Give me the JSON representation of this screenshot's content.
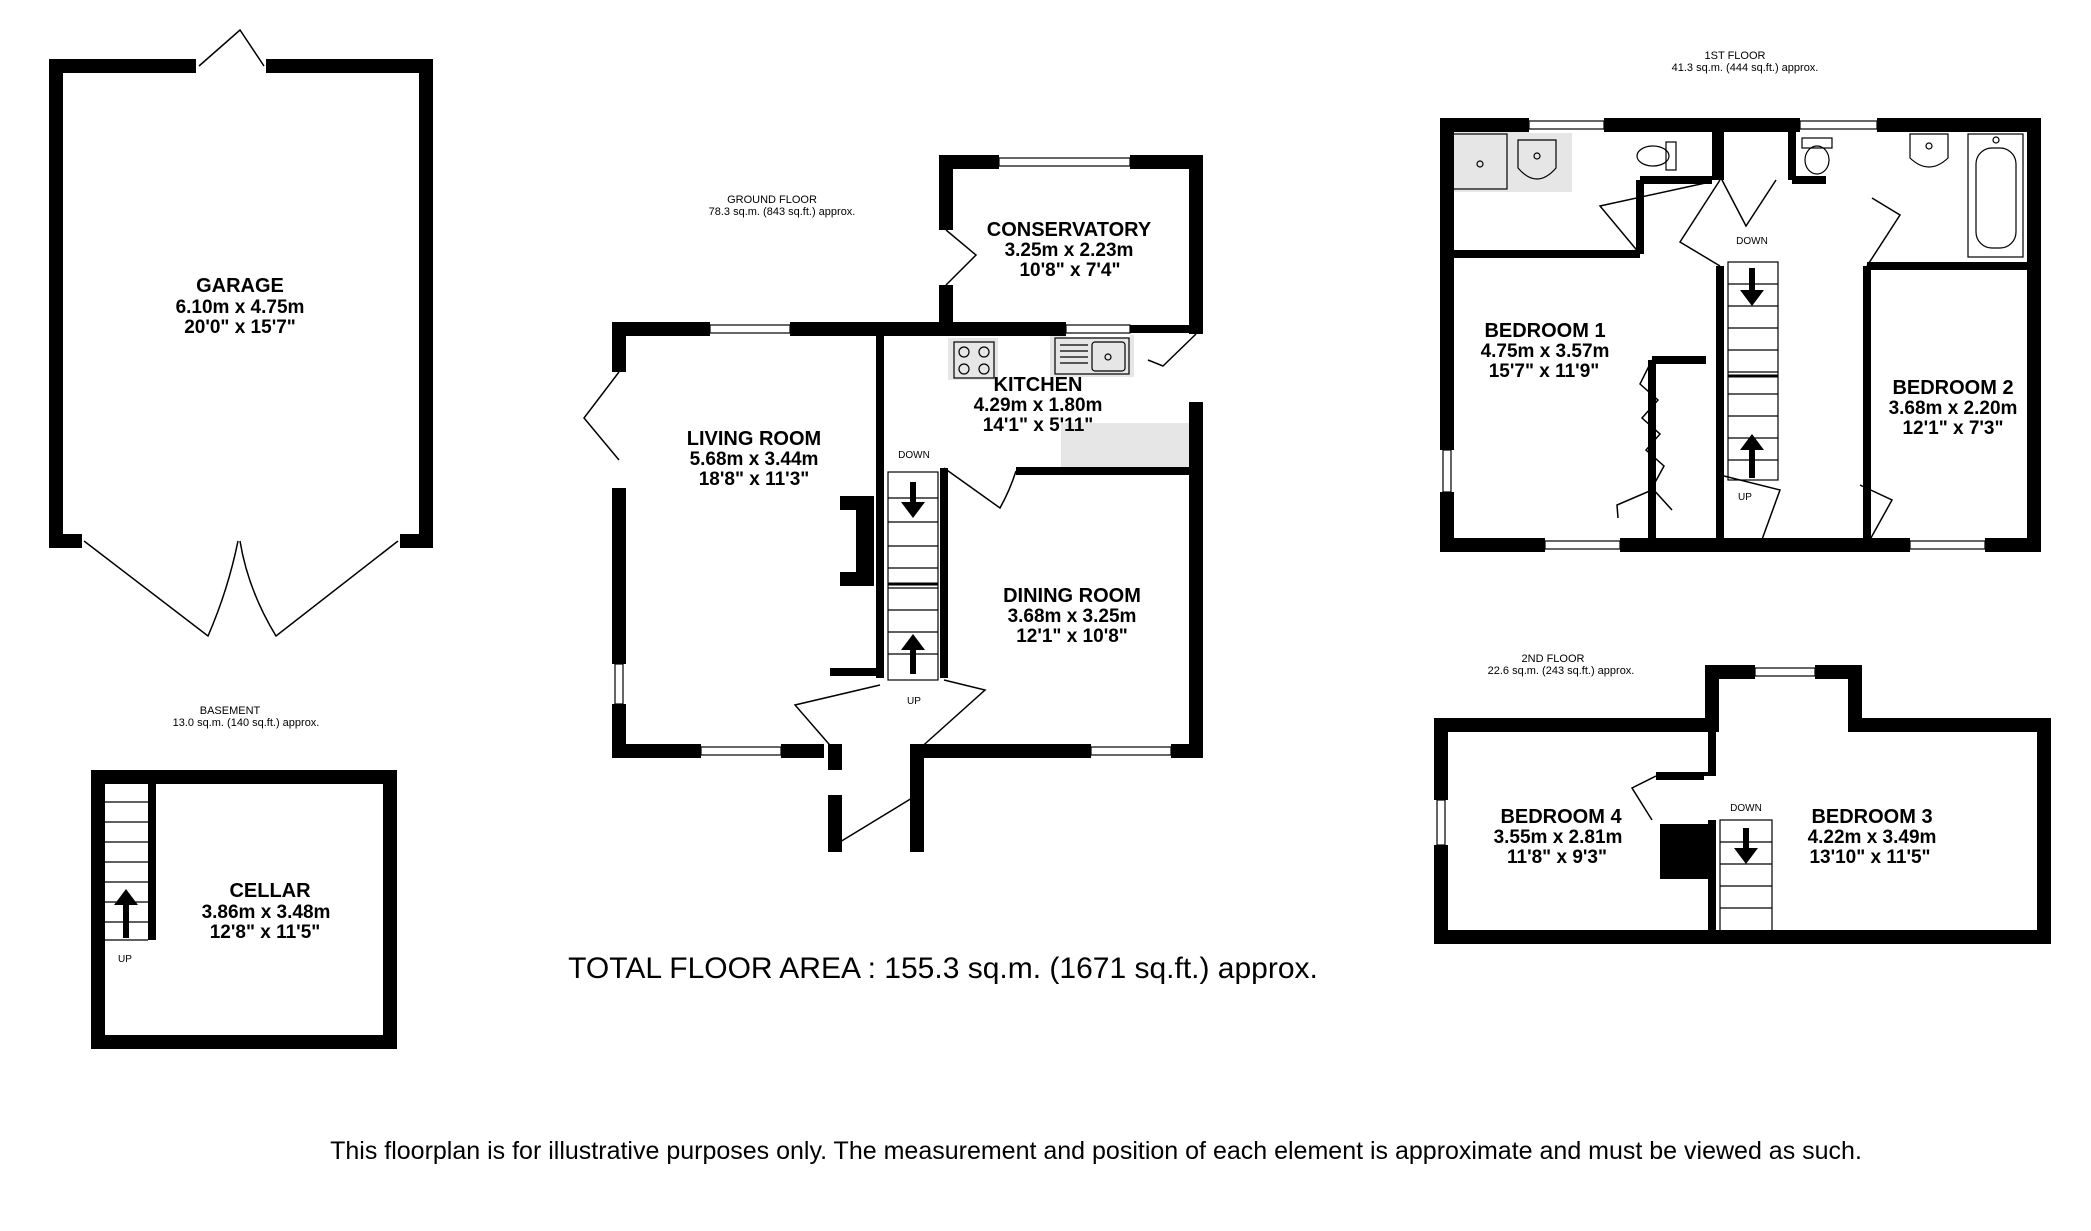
{
  "total_floor_area": "TOTAL FLOOR AREA : 155.3 sq.m. (1671 sq.ft.) approx.",
  "disclaimer": "This floorplan is for illustrative purposes only. The measurement and position of each element is approximate and must be viewed as such.",
  "floors": {
    "ground": {
      "name": "GROUND FLOOR",
      "area": "78.3 sq.m. (843 sq.ft.) approx."
    },
    "first": {
      "name": "1ST FLOOR",
      "area": "41.3 sq.m. (444 sq.ft.) approx."
    },
    "second": {
      "name": "2ND FLOOR",
      "area": "22.6 sq.m. (243 sq.ft.) approx."
    },
    "basement": {
      "name": "BASEMENT",
      "area": "13.0 sq.m. (140 sq.ft.) approx."
    }
  },
  "rooms": {
    "garage": {
      "name": "GARAGE",
      "metric": "6.10m  x 4.75m",
      "imperial": "20'0\"  x 15'7\""
    },
    "conservatory": {
      "name": "CONSERVATORY",
      "metric": "3.25m  x 2.23m",
      "imperial": "10'8\"  x 7'4\""
    },
    "kitchen": {
      "name": "KITCHEN",
      "metric": "4.29m  x 1.80m",
      "imperial": "14'1\"  x 5'11\""
    },
    "living_room": {
      "name": "LIVING ROOM",
      "metric": "5.68m  x 3.44m",
      "imperial": "18'8\"  x 11'3\""
    },
    "dining_room": {
      "name": "DINING ROOM",
      "metric": "3.68m  x 3.25m",
      "imperial": "12'1\"  x 10'8\""
    },
    "cellar": {
      "name": "CELLAR",
      "metric": "3.86m  x 3.48m",
      "imperial": "12'8\"  x 11'5\""
    },
    "bedroom1": {
      "name": "BEDROOM 1",
      "metric": "4.75m  x 3.57m",
      "imperial": "15'7\"  x 11'9\""
    },
    "bedroom2": {
      "name": "BEDROOM 2",
      "metric": "3.68m  x 2.20m",
      "imperial": "12'1\"  x 7'3\""
    },
    "bedroom3": {
      "name": "BEDROOM 3",
      "metric": "4.22m  x 3.49m",
      "imperial": "13'10\"  x 11'5\""
    },
    "bedroom4": {
      "name": "BEDROOM 4",
      "metric": "3.55m  x 2.81m",
      "imperial": "11'8\"  x 9'3\""
    }
  },
  "stairs": {
    "up": "UP",
    "down": "DOWN"
  }
}
